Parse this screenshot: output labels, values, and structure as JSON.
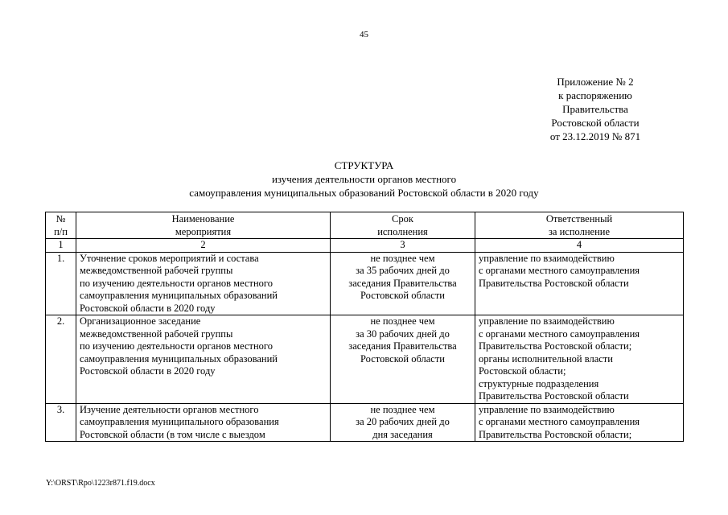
{
  "page_number": "45",
  "appendix": {
    "lines": [
      "Приложение № 2",
      "к распоряжению",
      "Правительства",
      "Ростовской области",
      "от 23.12.2019 № 871"
    ]
  },
  "title": {
    "lines": [
      "СТРУКТУРА",
      "изучения деятельности органов местного",
      "самоуправления муниципальных образований Ростовской области в 2020 году"
    ]
  },
  "table": {
    "headers": {
      "num": [
        "№",
        "п/п"
      ],
      "name": [
        "Наименование",
        "мероприятия"
      ],
      "term": [
        "Срок",
        "исполнения"
      ],
      "resp": [
        "Ответственный",
        "за исполнение"
      ]
    },
    "column_numbers": [
      "1",
      "2",
      "3",
      "4"
    ],
    "rows": [
      {
        "num": "1.",
        "name": [
          "Уточнение сроков мероприятий и состава",
          "межведомственной рабочей группы",
          "по изучению деятельности органов местного",
          "самоуправления муниципальных образований",
          "Ростовской области в 2020 году"
        ],
        "term": [
          "не позднее чем",
          "за 35 рабочих дней до",
          "заседания Правительства",
          "Ростовской области"
        ],
        "resp": [
          "управление по взаимодействию",
          "с органами местного самоуправления",
          "Правительства Ростовской области"
        ]
      },
      {
        "num": "2.",
        "name": [
          "Организационное заседание",
          "межведомственной рабочей группы",
          "по изучению деятельности органов местного",
          "самоуправления муниципальных образований",
          "Ростовской области в 2020 году"
        ],
        "term": [
          "не позднее чем",
          "за 30 рабочих дней до",
          "заседания Правительства",
          "Ростовской области"
        ],
        "resp": [
          "управление по взаимодействию",
          "с органами местного самоуправления",
          "Правительства Ростовской области;",
          "органы исполнительной власти",
          "Ростовской области;",
          "структурные подразделения",
          "Правительства Ростовской области"
        ]
      },
      {
        "num": "3.",
        "name": [
          "Изучение деятельности органов местного",
          "самоуправления муниципального образования",
          "Ростовской области (в том числе с выездом"
        ],
        "term": [
          "не позднее чем",
          "за 20 рабочих дней до",
          "дня заседания"
        ],
        "resp": [
          "управление по взаимодействию",
          "с органами местного самоуправления",
          "Правительства Ростовской области;"
        ]
      }
    ]
  },
  "footer": "Y:\\ORST\\Rpo\\1223r871.f19.docx"
}
